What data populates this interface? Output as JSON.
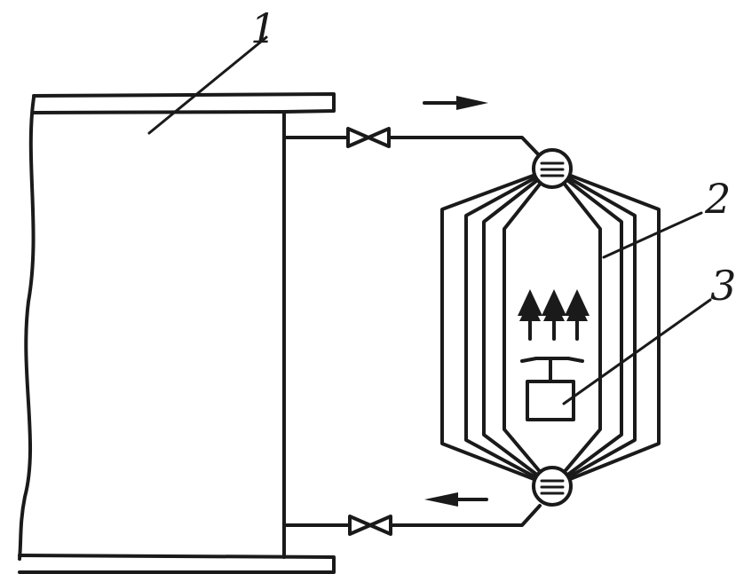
{
  "labels": {
    "callout_1": "1",
    "callout_2": "2",
    "callout_3": "3"
  },
  "icons": {
    "valve": "gate-valve-icon",
    "header": "header-manifold-icon",
    "flow": "flow-arrow-icon",
    "fins": "fin-tree-icon",
    "fan": "fan-icon"
  },
  "colors": {
    "ink": "#1a1a1a",
    "background": "#ffffff"
  }
}
